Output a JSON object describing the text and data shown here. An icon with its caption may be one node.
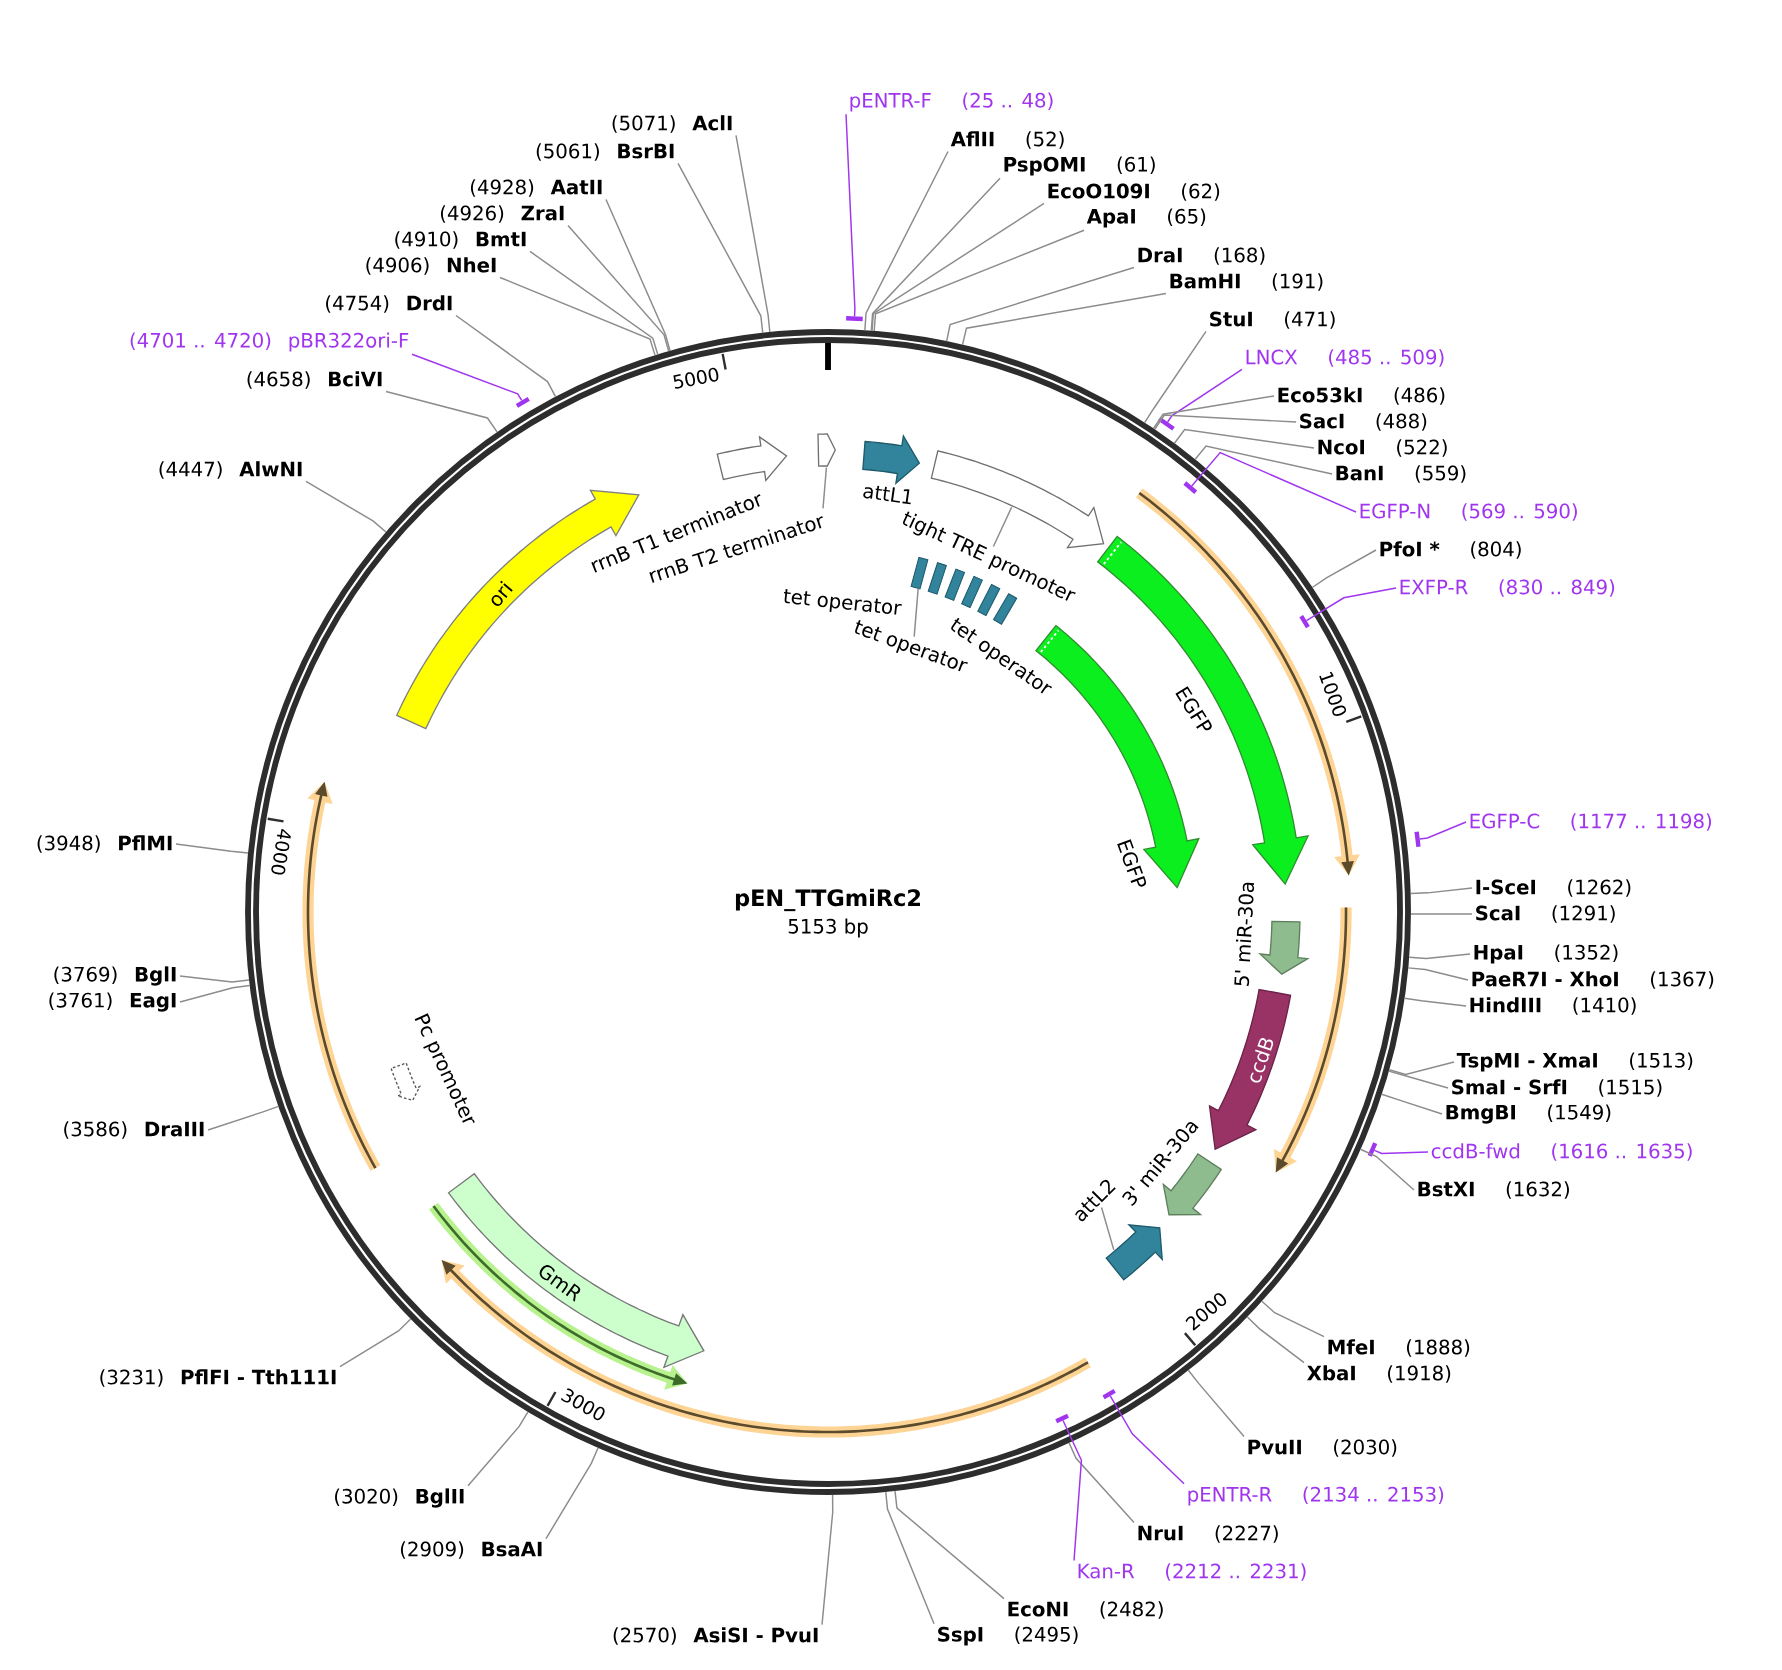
{
  "diagram": {
    "title": "pEN_TTGmiRc2",
    "nodes": [
      {
        "text": [
          "pENTR-F",
          "(25 .. 48)"
        ]
      },
      {
        "text": [
          "AflII",
          "(52)"
        ]
      },
      {
        "text": [
          "PspOMI",
          "(61)"
        ]
      },
      {
        "text": [
          "EcoO109I",
          "(62)"
        ]
      },
      {
        "text": [
          "ApaI",
          "(65)"
        ]
      },
      {
        "text": [
          "DraI",
          "(168)"
        ]
      },
      {
        "text": [
          "BamHI",
          "(191)"
        ]
      },
      {
        "text": [
          "StuI",
          "(471)"
        ]
      },
      {
        "text": [
          "LNCX",
          "(485 .. 509)"
        ]
      },
      {
        "text": [
          "Eco53kI",
          "(486)"
        ]
      },
      {
        "text": [
          "SacI",
          "(488)"
        ]
      },
      {
        "text": [
          "NcoI",
          "(522)"
        ]
      },
      {
        "text": [
          "BanI",
          "(559)"
        ]
      },
      {
        "text": [
          "EGFP-N",
          "(569 .. 590)"
        ]
      },
      {
        "text": [
          "PfoI *",
          "(804)"
        ]
      },
      {
        "text": [
          "EXFP-R",
          "(830 .. 849)"
        ]
      },
      {
        "text": [
          "EGFP-C",
          "(1177 .. 1198)"
        ]
      },
      {
        "text": [
          "I-SceI",
          "(1262)"
        ]
      },
      {
        "text": [
          "ScaI",
          "(1291)"
        ]
      },
      {
        "text": [
          "HpaI",
          "(1352)"
        ]
      },
      {
        "text": [
          "PaeR7I - XhoI",
          "(1367)"
        ]
      },
      {
        "text": [
          "HindIII",
          "(1410)"
        ]
      },
      {
        "text": [
          "TspMI - XmaI",
          "(1513)"
        ]
      },
      {
        "text": [
          "SmaI - SrfI",
          "(1515)"
        ]
      },
      {
        "text": [
          "BmgBI",
          "(1549)"
        ]
      },
      {
        "text": [
          "ccdB-fwd",
          "(1616 .. 1635)"
        ]
      },
      {
        "text": [
          "BstXI",
          "(1632)"
        ]
      },
      {
        "text": [
          "MfeI",
          "(1888)"
        ]
      },
      {
        "text": [
          "XbaI",
          "(1918)"
        ]
      },
      {
        "text": [
          "PvuII",
          "(2030)"
        ]
      },
      {
        "text": [
          "pENTR-R",
          "(2134 .. 2153)"
        ]
      },
      {
        "text": [
          "NruI",
          "(2227)"
        ]
      },
      {
        "text": [
          "Kan-R",
          "(2212 .. 2231)"
        ]
      },
      {
        "text": [
          "EcoNI",
          "(2482)"
        ]
      },
      {
        "text": [
          "SspI",
          "(2495)"
        ]
      },
      {
        "text": [
          "(2570)",
          "AsiSI - PvuI"
        ]
      },
      {
        "text": [
          "(2909)",
          "BsaAI"
        ]
      },
      {
        "text": [
          "(3020)",
          "BglII"
        ]
      },
      {
        "text": [
          "(3231)",
          "PflFI - Tth111I"
        ]
      },
      {
        "text": [
          "(3586)",
          "DraIII"
        ]
      },
      {
        "text": [
          "(3761)",
          "EagI"
        ]
      },
      {
        "text": [
          "(3769)",
          "BglI"
        ]
      },
      {
        "text": [
          "(3948)",
          "PflMI"
        ]
      },
      {
        "text": [
          "(4447)",
          "AlwNI"
        ]
      },
      {
        "text": [
          "(4658)",
          "BciVI"
        ]
      },
      {
        "text": [
          "(4701 .. 4720)",
          "pBR322ori-F"
        ]
      },
      {
        "text": [
          "(4754)",
          "DrdI"
        ]
      },
      {
        "text": [
          "(4906)",
          "NheI"
        ]
      },
      {
        "text": [
          "(4910)",
          "BmtI"
        ]
      },
      {
        "text": [
          "(4926)",
          "ZraI"
        ]
      },
      {
        "text": [
          "(4928)",
          "AatII"
        ]
      },
      {
        "text": [
          "(5061)",
          "BsrBI"
        ]
      },
      {
        "text": [
          "(5071)",
          "AclI"
        ]
      },
      {
        "text": [],
        "shape": "circle"
      },
      {
        "text": [],
        "shape": "bar"
      },
      {
        "text": [],
        "shape": "bar"
      },
      {
        "text": [],
        "shape": "bar",
        "in": 53
      },
      {
        "text": [],
        "shape": "bar",
        "in": 53
      },
      {
        "text": [],
        "shape": "bar"
      },
      {
        "text": [],
        "shape": "bar"
      },
      {
        "text": [],
        "shape": "bar",
        "in": 53
      },
      {
        "text": [],
        "shape": "bar",
        "in": 53
      },
      {
        "text": [],
        "shape": "bar"
      },
      {
        "text": [
          "ori"
        ],
        "in": 53
      },
      {
        "text": [
          "rrnB T1 terminator"
        ],
        "in": 53
      },
      {
        "text": [
          "rrnB T2 terminator"
        ],
        "in": 53
      },
      {
        "text": [],
        "shape": "arrow",
        "in": 53
      },
      {
        "text": [
          "attL1"
        ],
        "in": 53
      },
      {
        "text": [
          "tight TRE promoter"
        ],
        "in": 53
      },
      {
        "text": [],
        "shape": "arrow",
        "in": 53
      },
      {
        "text": [],
        "shape": "bar",
        "beside": [
          "tet operator"
        ],
        "in": 53
      },
      {
        "text": [],
        "shape": "bar",
        "in": 53
      },
      {
        "text": [],
        "shape": "bar",
        "in": 53
      },
      {
        "text": [],
        "shape": "bar",
        "in": 53
      },
      {
        "text": [],
        "shape": "bar",
        "in": 53
      },
      {
        "text": [],
        "shape": "bar",
        "beside": [
          "tet operator"
        ],
        "in": 53
      },
      {
        "text": [
          "tet operator"
        ],
        "in": 53
      },
      {
        "text": [
          "EGFP"
        ],
        "in": 53
      },
      {
        "text": [
          "EGFP"
        ],
        "in": 53
      },
      {
        "text": [
          "5' miR-30a"
        ],
        "in": 53
      },
      {
        "text": [
          "ccdB"
        ],
        "in": 53
      },
      {
        "text": [
          "3' miR-30a"
        ],
        "in": 53
      },
      {
        "text": [
          "attL2"
        ],
        "in": 53
      },
      {
        "text": [],
        "shape": "arrow",
        "in": 53
      },
      {
        "text": [
          "Pc promoter"
        ],
        "in": 53
      },
      {
        "text": [
          "GmR"
        ],
        "in": 53
      }
    ],
    "edges": [
      {
        "from": 0,
        "to": 54,
        "arrow": "none",
        "color": "#a035f0"
      },
      {
        "from": 1,
        "to": 53,
        "arrow": "none"
      },
      {
        "from": 2,
        "to": 53,
        "arrow": "none"
      },
      {
        "from": 3,
        "to": 53,
        "arrow": "none"
      },
      {
        "from": 4,
        "to": 53,
        "arrow": "none"
      },
      {
        "from": 5,
        "to": 53,
        "arrow": "none"
      },
      {
        "from": 6,
        "to": 53,
        "arrow": "none"
      },
      {
        "from": 7,
        "to": 53,
        "arrow": "none"
      },
      {
        "from": 8,
        "to": 55,
        "arrow": "none",
        "color": "#a035f0"
      },
      {
        "from": 9,
        "to": 53,
        "arrow": "none"
      },
      {
        "from": 10,
        "to": 53,
        "arrow": "none"
      },
      {
        "from": 11,
        "to": 53,
        "arrow": "none"
      },
      {
        "from": 12,
        "to": 53,
        "arrow": "none"
      },
      {
        "from": 13,
        "to": 56,
        "arrow": "none",
        "color": "#a035f0"
      },
      {
        "from": 14,
        "to": 53,
        "arrow": "none"
      },
      {
        "from": 15,
        "to": 57,
        "arrow": "none",
        "color": "#a035f0"
      },
      {
        "from": 16,
        "to": 58,
        "arrow": "none",
        "color": "#a035f0"
      },
      {
        "from": 17,
        "to": 53,
        "arrow": "none"
      },
      {
        "from": 18,
        "to": 53,
        "arrow": "none"
      },
      {
        "from": 19,
        "to": 53,
        "arrow": "none"
      },
      {
        "from": 20,
        "to": 53,
        "arrow": "none"
      },
      {
        "from": 21,
        "to": 53,
        "arrow": "none"
      },
      {
        "from": 22,
        "to": 53,
        "arrow": "none"
      },
      {
        "from": 23,
        "to": 53,
        "arrow": "none"
      },
      {
        "from": 24,
        "to": 53,
        "arrow": "none"
      },
      {
        "from": 25,
        "to": 59,
        "arrow": "none",
        "color": "#a035f0"
      },
      {
        "from": 26,
        "to": 53,
        "arrow": "none"
      },
      {
        "from": 27,
        "to": 53,
        "arrow": "none"
      },
      {
        "from": 28,
        "to": 53,
        "arrow": "none"
      },
      {
        "from": 29,
        "to": 53,
        "arrow": "none"
      },
      {
        "from": 30,
        "to": 60,
        "arrow": "none",
        "color": "#a035f0"
      },
      {
        "from": 31,
        "to": 53,
        "arrow": "none"
      },
      {
        "from": 32,
        "to": 61,
        "arrow": "none",
        "color": "#a035f0"
      },
      {
        "from": 33,
        "to": 53,
        "arrow": "none"
      },
      {
        "from": 34,
        "to": 53,
        "arrow": "none"
      },
      {
        "from": 35,
        "to": 53,
        "arrow": "none"
      },
      {
        "from": 36,
        "to": 53,
        "arrow": "none"
      },
      {
        "from": 37,
        "to": 53,
        "arrow": "none"
      },
      {
        "from": 38,
        "to": 53,
        "arrow": "none"
      },
      {
        "from": 39,
        "to": 53,
        "arrow": "none"
      },
      {
        "from": 40,
        "to": 53,
        "arrow": "none"
      },
      {
        "from": 41,
        "to": 53,
        "arrow": "none"
      },
      {
        "from": 42,
        "to": 53,
        "arrow": "none"
      },
      {
        "from": 43,
        "to": 53,
        "arrow": "none"
      },
      {
        "from": 44,
        "to": 53,
        "arrow": "none"
      },
      {
        "from": 45,
        "to": 62,
        "arrow": "none",
        "color": "#a035f0"
      },
      {
        "from": 46,
        "to": 53,
        "arrow": "none"
      },
      {
        "from": 47,
        "to": 53,
        "arrow": "none"
      },
      {
        "from": 48,
        "to": 53,
        "arrow": "none"
      },
      {
        "from": 49,
        "to": 53,
        "arrow": "none"
      },
      {
        "from": 50,
        "to": 53,
        "arrow": "none"
      },
      {
        "from": 51,
        "to": 53,
        "arrow": "none"
      },
      {
        "from": 52,
        "to": 53,
        "arrow": "none"
      },
      {
        "from": 65,
        "to": 66,
        "arrow": "none"
      },
      {
        "from": 68,
        "to": 69,
        "arrow": "none"
      },
      {
        "from": 76,
        "to": 70,
        "arrow": "none"
      },
      {
        "from": 82,
        "to": 83,
        "arrow": "none"
      }
    ],
    "labels": [
      "5000",
      "1000",
      "4000",
      "5153 bp",
      "2000",
      "3000"
    ]
  }
}
